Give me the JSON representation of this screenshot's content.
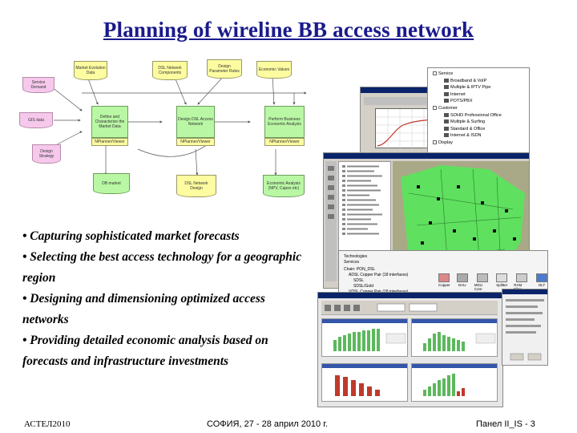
{
  "slide": {
    "title": "Planning of wireline BB access network",
    "bullets": [
      "• Capturing sophisticated market forecasts",
      "• Selecting the best access technology for a geographic region",
      "• Designing and dimensioning optimized access networks",
      "• Providing detailed economic analysis based on forecasts and infrastructure investments"
    ]
  },
  "flow_diagram": {
    "inputs": [
      {
        "label": "Market Evolution Data",
        "color": "#fdfca0"
      },
      {
        "label": "DSL Network Components",
        "color": "#fdfca0"
      },
      {
        "label": "Design Parameter Rules",
        "color": "#fdfca0"
      },
      {
        "label": "Economic Values",
        "color": "#fdfca0"
      }
    ],
    "side_inputs": [
      {
        "label": "Service Demand",
        "color": "#f6c8ec"
      },
      {
        "label": "GIS data",
        "color": "#f6c8ec"
      },
      {
        "label": "Design Strategy",
        "color": "#f6c8ec"
      }
    ],
    "processes": [
      {
        "label": "Define and Characterize the Market Data",
        "tool": "NPlanner/Viewer"
      },
      {
        "label": "Design DSL Access Network",
        "tool": "NPlanner/Viewer"
      },
      {
        "label": "Perform Business Economic Analysis",
        "tool": "NPlanner/Viewer"
      }
    ],
    "outputs": [
      {
        "label": "DB market",
        "color": "#b9f7a4"
      },
      {
        "label": "DSL Network Design",
        "color": "#fdfca0"
      },
      {
        "label": "Economic Analysis (NPV, Capex etc)",
        "color": "#b9f7a4"
      }
    ]
  },
  "screens": {
    "tree_items": [
      "Service",
      "Broadband & VoIP",
      "Multiple & IPTV Pipe",
      "Internet",
      "POTS/PBX",
      "Customer",
      "SOHO Professional Office",
      "Multiple & Surfing",
      "Standard & Office",
      "Internet & ISDN",
      "Display"
    ],
    "technologies_panel": {
      "items": [
        "Technologies",
        "Services",
        "Chain: PON_DSL",
        "ADSL Copper Pair (18 interfaces)",
        "SDSL",
        "SDSL/Gold",
        "VDSL Copper Pair (18 interfaces)"
      ],
      "icons": [
        "Copper",
        "DAU",
        "MDU Core",
        "Splitter",
        "RAM Fibre",
        "OLT"
      ]
    }
  },
  "footer": {
    "left": "АСТЕЛ2010",
    "center": "СОФИЯ, 27 - 28 април 2010 г.",
    "right": "Панел II_IS - 3"
  },
  "colors": {
    "title": "#1a1a8c",
    "map_green": "#5fe05f",
    "window_title": "#0a246a"
  }
}
